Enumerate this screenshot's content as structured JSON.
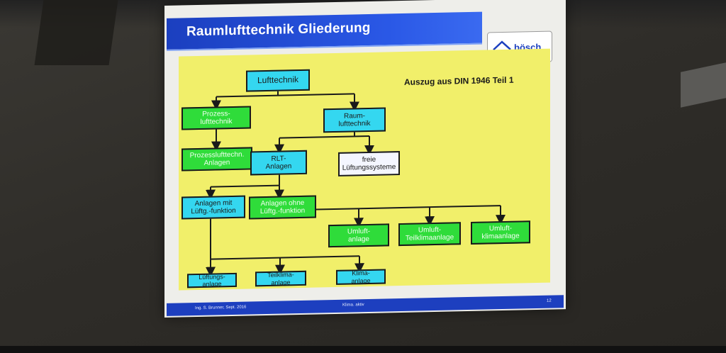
{
  "slide": {
    "title": "Raumlufttechnik Gliederung",
    "logo_text": "bösch",
    "source_note": "Auszug aus DIN 1946 Teil 1",
    "footer": {
      "author": "Ing. S. Brunner, Sept. 2016",
      "center": "Klima. aktiv",
      "page": "12"
    }
  },
  "nodes": {
    "lufttechnik": "Lufttechnik",
    "prozess": "Prozess-\nlufttechnik",
    "raum": "Raum-\nlufttechnik",
    "prozess_anlagen": "Prozesslufttechn.\nAnlagen",
    "rlt": "RLT-\nAnlagen",
    "freie": "freie\nLüftungssysteme",
    "mit": "Anlagen mit\nLüftg.-funktion",
    "ohne": "Anlagen ohne\nLüftg.-funktion",
    "umluft": "Umluft-\nanlage",
    "umluft_teilklima": "Umluft-\nTeilklimaanlage",
    "umluft_klima": "Umluft-\nklimaanlage",
    "lueftung": "Lüftungs-\nanlage",
    "teilklima": "Teilklima-\nanlage",
    "klima": "Klima-\nanlage"
  },
  "colors": {
    "title_bar": "#1b3fbf",
    "diagram_bg": "#f1ef6a",
    "node_green": "#2fdc3a",
    "node_cyan": "#34d7f0",
    "node_white": "#f4f6ff"
  }
}
